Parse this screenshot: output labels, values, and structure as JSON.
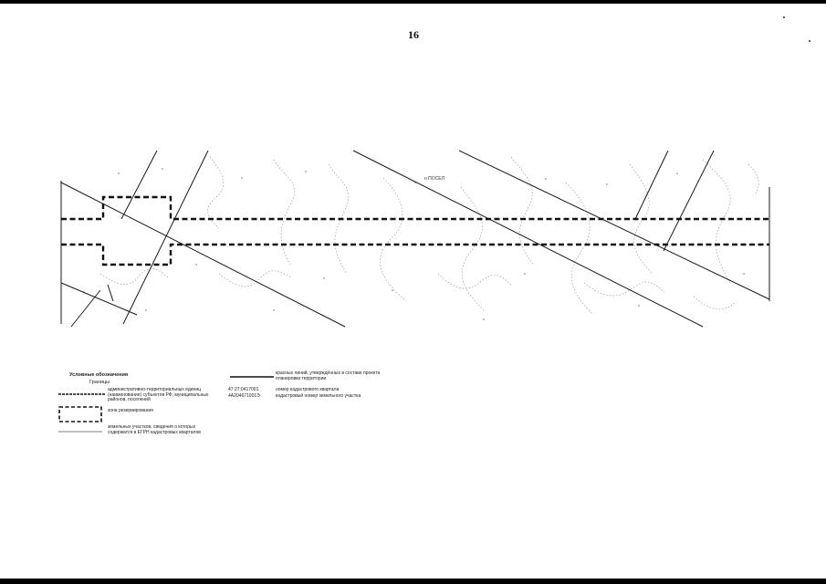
{
  "page": {
    "number": "16"
  },
  "map": {
    "label_top": "н ПОСЕЛ"
  },
  "legend": {
    "title": "Условные обозначения",
    "subtitle": "Границы",
    "items": [
      {
        "key": "admin-border",
        "text": "административно-территориальных единиц (наименование) субъектов РФ, муниципальных районов, поселений"
      },
      {
        "key": "reserve-zone",
        "text": "зона резервирования"
      },
      {
        "key": "parcels",
        "text": "земельных участков, сведения о которых содержатся в ЕГРН кадастровых кварталов"
      },
      {
        "key": "red-lines",
        "text": "красных линий, утверждённых в составе проекта планировки территории"
      },
      {
        "key": "quarter-number",
        "code": "47:27:0417001",
        "text": "номер кадастрового квартала"
      },
      {
        "key": "parcel-number",
        "code": "4А204671001Э",
        "text": "кадастровый номер земельного участка"
      }
    ]
  },
  "colors": {
    "line": "#1a1a1a",
    "faint": "#8a8a8a",
    "border": "#000000"
  }
}
